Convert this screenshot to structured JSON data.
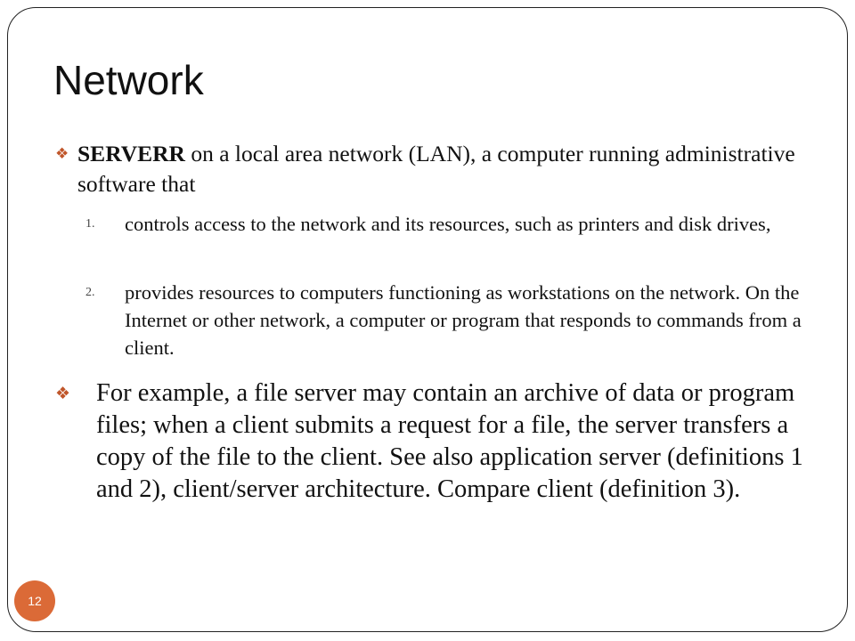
{
  "slide": {
    "title": "Network",
    "bullet_icon": "diamond-bullet-icon",
    "accent_color": "#db6a37",
    "page_number": "12"
  },
  "bullets": [
    {
      "bold": "SERVERR",
      "text": " on a local area network (LAN), a computer running administrative software that"
    },
    {
      "text": "For example, a file server may contain an archive of data or program files; when a client submits a request for a file, the server transfers a copy of the file to the client. See also application server (definitions 1 and 2), client/server architecture. Compare client (definition 3)."
    }
  ],
  "sub_items": [
    {
      "number": "1.",
      "text": " controls access to the network and its resources, such as printers and disk drives,"
    },
    {
      "number": "2.",
      "text": "provides resources to computers functioning as workstations on the network. On the Internet or other network, a computer or program that responds to commands from a client."
    }
  ]
}
